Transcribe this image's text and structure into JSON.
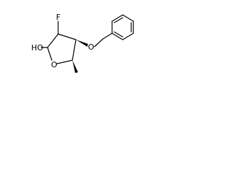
{
  "molecule": {
    "atoms": {
      "hydroxyl": "HO",
      "fluorine": "F",
      "ring_oxygen": "O",
      "ether_oxygen": "O"
    },
    "colors": {
      "ink": "#000000",
      "background": "#ffffff"
    }
  }
}
